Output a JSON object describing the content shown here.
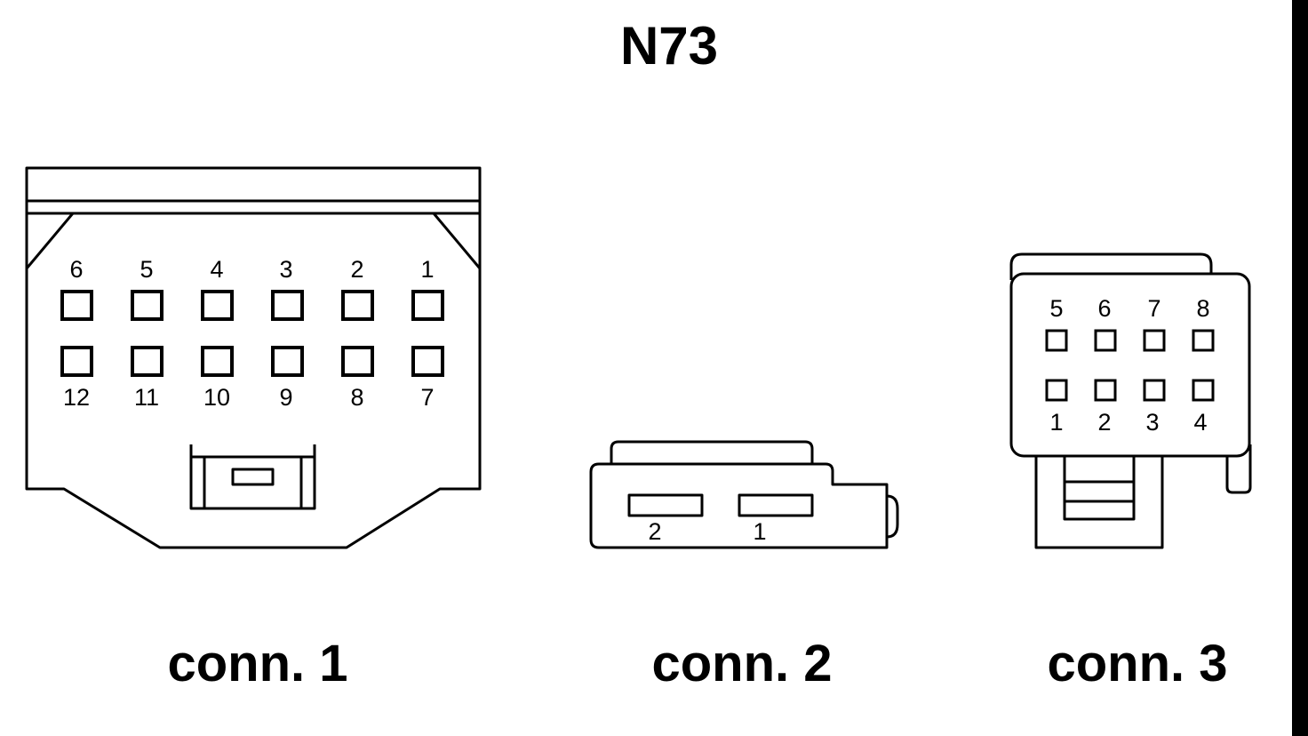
{
  "title": "N73",
  "connectors": [
    {
      "label": "conn. 1",
      "top_row_pins": [
        "6",
        "5",
        "4",
        "3",
        "2",
        "1"
      ],
      "bottom_row_pins": [
        "12",
        "11",
        "10",
        "9",
        "8",
        "7"
      ]
    },
    {
      "label": "conn. 2",
      "pins": [
        "2",
        "1"
      ]
    },
    {
      "label": "conn. 3",
      "top_row_pins": [
        "5",
        "6",
        "7",
        "8"
      ],
      "bottom_row_pins": [
        "1",
        "2",
        "3",
        "4"
      ]
    }
  ],
  "colors": {
    "line": "#000000",
    "background": "#ffffff",
    "right_edge_bar": "#000000"
  }
}
